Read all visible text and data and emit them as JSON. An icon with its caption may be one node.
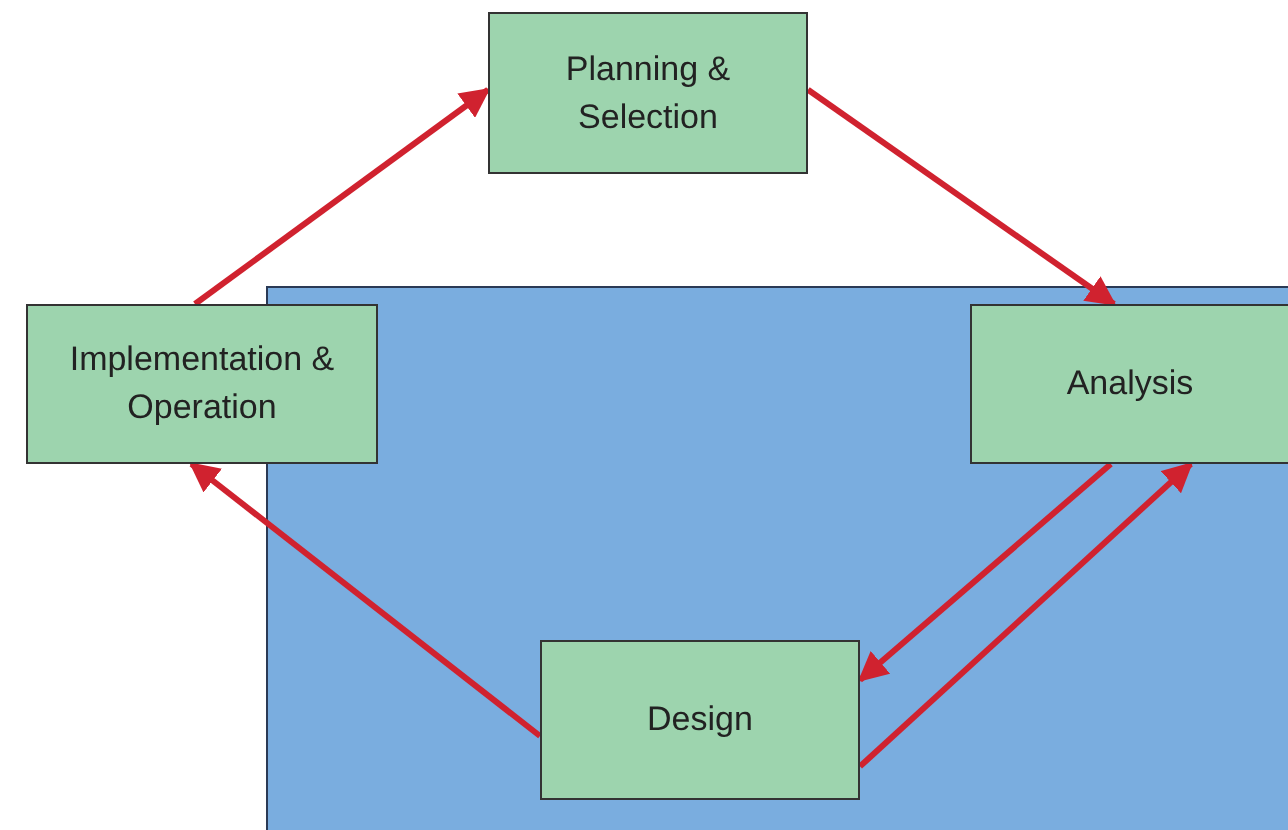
{
  "diagram": {
    "nodes": [
      {
        "text": [
          "Planning & Selection"
        ]
      },
      {
        "text": [
          "Analysis"
        ]
      },
      {
        "text": [
          "Design"
        ]
      },
      {
        "text": [
          "Implementation & Operation"
        ]
      }
    ],
    "edges": [
      {
        "from": 0,
        "to": 1,
        "arrow": "to"
      },
      {
        "from": 1,
        "to": 2,
        "arrow": "to"
      },
      {
        "from": 2,
        "to": 1,
        "arrow": "to"
      },
      {
        "from": 2,
        "to": 3,
        "arrow": "to"
      },
      {
        "from": 3,
        "to": 0,
        "arrow": "to"
      }
    ]
  }
}
